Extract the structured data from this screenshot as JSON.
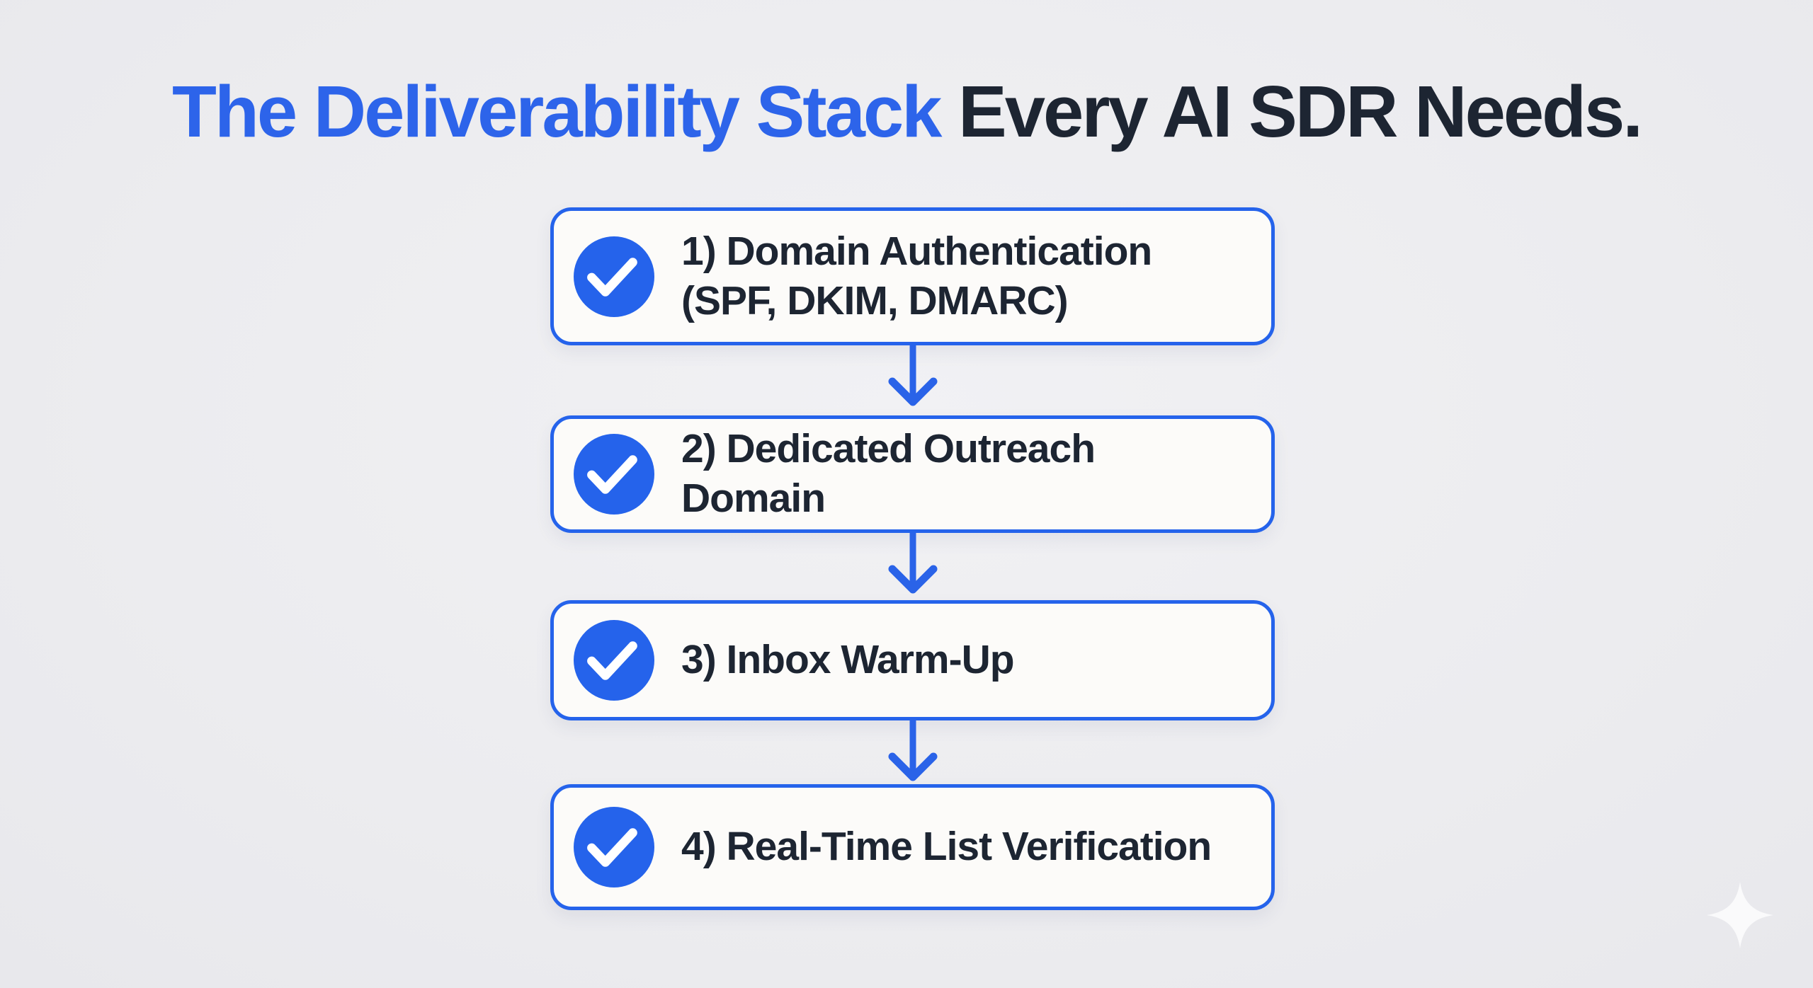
{
  "title": {
    "highlight": "The Deliverability Stack",
    "rest": " Every AI SDR Needs."
  },
  "steps": [
    {
      "lines": [
        "1) Domain Authentication",
        "(SPF, DKIM, DMARC)"
      ]
    },
    {
      "lines": [
        "2) Dedicated Outreach Domain"
      ]
    },
    {
      "lines": [
        "3) Inbox Warm-Up"
      ]
    },
    {
      "lines": [
        "4) Real-Time List Verification"
      ]
    }
  ],
  "icons": {
    "step_marker": "check-icon",
    "connector": "arrow-down-icon",
    "corner_decoration": "sparkle-icon"
  },
  "colors": {
    "accent_blue": "#2563eb",
    "title_highlight_blue": "#2d64ea",
    "heading_dark": "#1d2532",
    "background_gray": "#ededf0",
    "card_fill": "#fcfbf9",
    "check_white": "#ffffff"
  }
}
